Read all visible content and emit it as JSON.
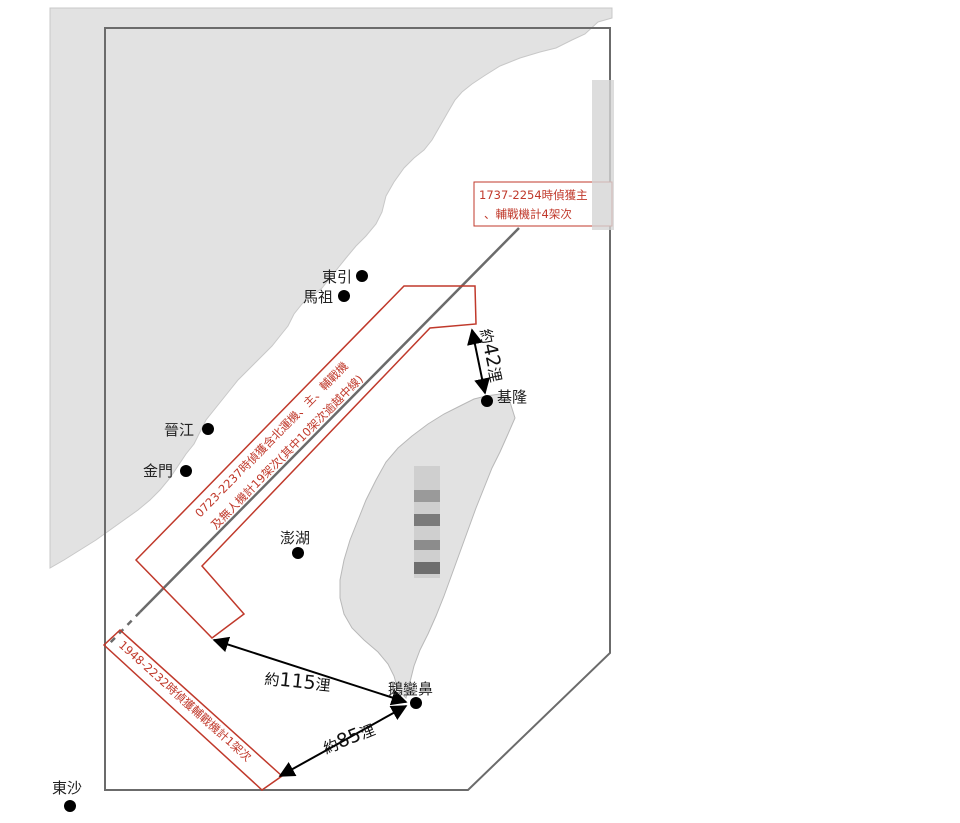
{
  "colors": {
    "land": "#e2e2e2",
    "land_border": "#c8c8c8",
    "sea": "#ffffff",
    "frame": "#6b6b6b",
    "median_line": "#6b6b6b",
    "annotation": "#c0392b",
    "marker": "#000000"
  },
  "places": {
    "dongyin": "東引",
    "matsu": "馬祖",
    "jinjiang": "晉江",
    "kinmen": "金門",
    "penghu": "澎湖",
    "keelung": "基隆",
    "eluanbi": "鵝鑾鼻",
    "dongsha": "東沙"
  },
  "distances": {
    "north_prefix": "約",
    "north_value": "42",
    "north_unit": "浬",
    "west_prefix": "約",
    "west_value": "115",
    "west_unit": "浬",
    "south_prefix": "約",
    "south_value": "85",
    "south_unit": "浬"
  },
  "annotations": {
    "northeast": {
      "line1": "1737-2254時偵獲主",
      "line2": "、輔戰機計4架次"
    },
    "central": {
      "line1": "0723-2237時偵獲含北運機、主、輔戰機",
      "line2": "及無人機計19架次(其中10架次逾越中線)"
    },
    "southwest": {
      "line1": "1948-2232時偵獲輔戰機計1架次"
    }
  }
}
